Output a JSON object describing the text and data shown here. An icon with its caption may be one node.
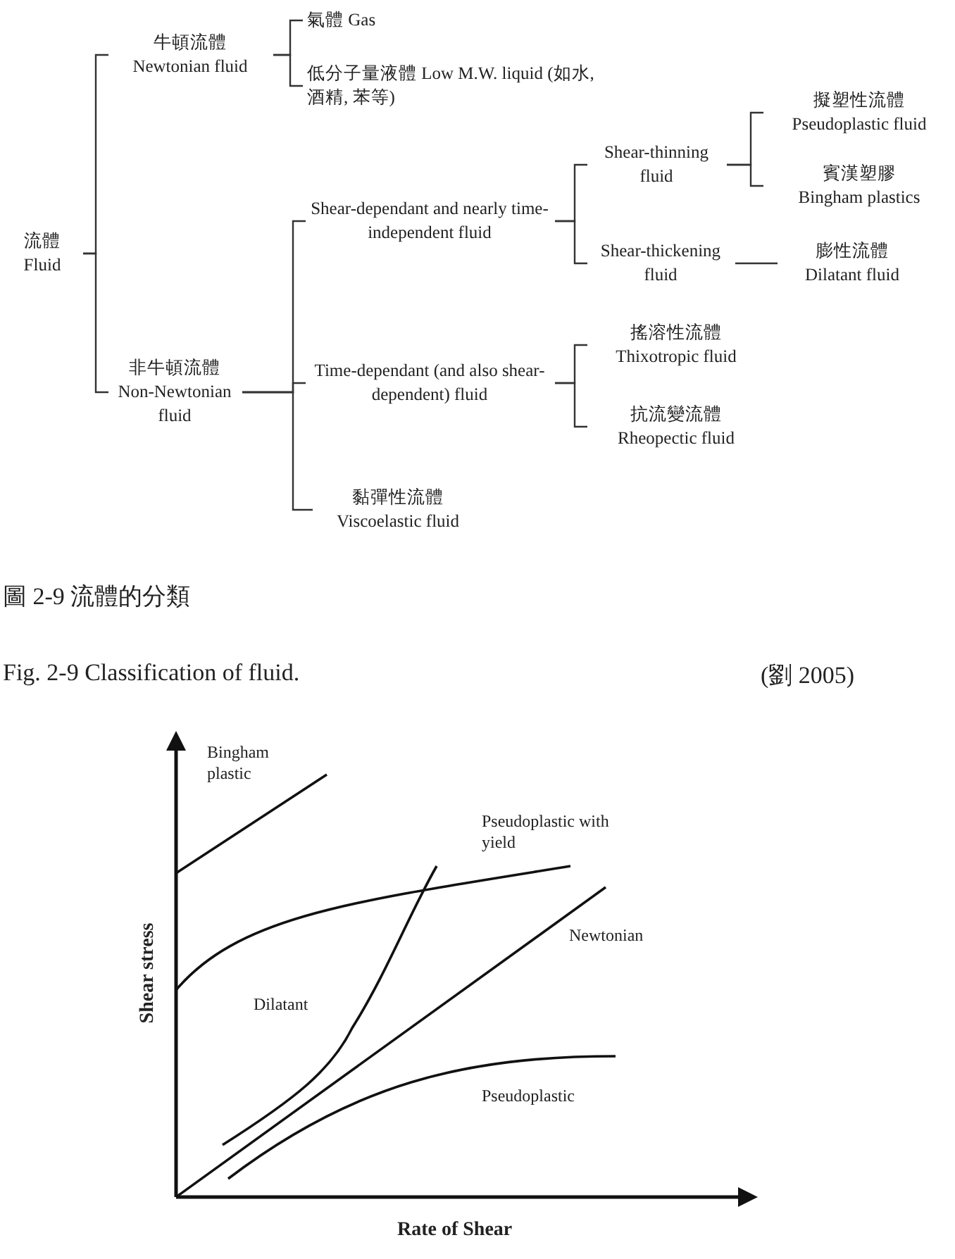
{
  "diagram": {
    "nodes": [
      {
        "text": [
          "流體",
          "Fluid"
        ]
      },
      {
        "text": [
          "牛頓流體",
          "Newtonian fluid"
        ]
      },
      {
        "text": [
          "氣體 Gas"
        ]
      },
      {
        "text": [
          "低分子量液體 Low M.W. liquid (如水, 酒精, 苯等)"
        ]
      },
      {
        "text": [
          "非牛頓流體",
          "Non-Newtonian fluid"
        ]
      },
      {
        "text": [
          "Shear-dependant and nearly time-independent fluid"
        ]
      },
      {
        "text": [
          "Shear-thinning fluid"
        ]
      },
      {
        "text": [
          "擬塑性流體",
          "Pseudoplastic fluid"
        ]
      },
      {
        "text": [
          "賓漢塑膠",
          "Bingham plastics"
        ]
      },
      {
        "text": [
          "Shear-thickening fluid"
        ]
      },
      {
        "text": [
          "膨性流體",
          "Dilatant fluid"
        ]
      },
      {
        "text": [
          "Time-dependant (and also shear-dependent) fluid"
        ]
      },
      {
        "text": [
          "搖溶性流體",
          "Thixotropic fluid"
        ]
      },
      {
        "text": [
          "抗流變流體",
          "Rheopectic fluid"
        ]
      },
      {
        "text": [
          "黏彈性流體",
          "Viscoelastic fluid"
        ]
      }
    ],
    "edges": [
      {
        "from": 0,
        "to": 1,
        "arrow": "none"
      },
      {
        "from": 0,
        "to": 4,
        "arrow": "none"
      },
      {
        "from": 1,
        "to": 2,
        "arrow": "none"
      },
      {
        "from": 1,
        "to": 3,
        "arrow": "none"
      },
      {
        "from": 4,
        "to": 5,
        "arrow": "none"
      },
      {
        "from": 4,
        "to": 11,
        "arrow": "none"
      },
      {
        "from": 4,
        "to": 14,
        "arrow": "none"
      },
      {
        "from": 5,
        "to": 6,
        "arrow": "none"
      },
      {
        "from": 5,
        "to": 9,
        "arrow": "none"
      },
      {
        "from": 6,
        "to": 7,
        "arrow": "none"
      },
      {
        "from": 6,
        "to": 8,
        "arrow": "none"
      },
      {
        "from": 9,
        "to": 10,
        "arrow": "none"
      },
      {
        "from": 11,
        "to": 12,
        "arrow": "none"
      },
      {
        "from": 11,
        "to": 13,
        "arrow": "none"
      }
    ],
    "labels": [
      "圖 2-9 流體的分類",
      "Fig. 2-9 Classification of fluid.",
      "(劉 2005)",
      "Bingham plastic",
      "Pseudoplastic with yield",
      "Newtonian",
      "Dilatant",
      "Pseudoplastic",
      "Shear stress",
      "Rate of Shear"
    ]
  }
}
